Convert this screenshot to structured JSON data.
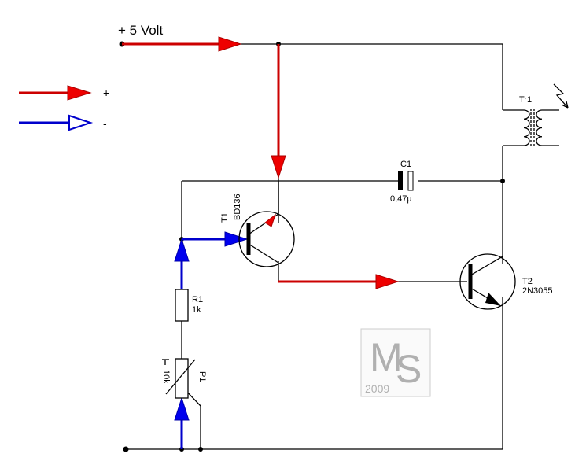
{
  "supply": {
    "label": "+ 5 Volt"
  },
  "legend": {
    "positive": {
      "symbol": "+",
      "color": "#cc0000"
    },
    "negative": {
      "symbol": "-",
      "color": "#0000cc"
    }
  },
  "components": {
    "t1": {
      "type": "BD136",
      "ref": "T1"
    },
    "t2": {
      "ref": "T2",
      "type": "2N3055"
    },
    "c1": {
      "ref": "C1",
      "value": "0,47µ"
    },
    "r1": {
      "ref": "R1",
      "value": "1k"
    },
    "p1": {
      "ref": "P1",
      "value": "10k"
    },
    "tr1": {
      "ref": "Tr1"
    }
  },
  "watermark": {
    "initial_m": "M",
    "initial_s": "S",
    "year": "2009"
  }
}
